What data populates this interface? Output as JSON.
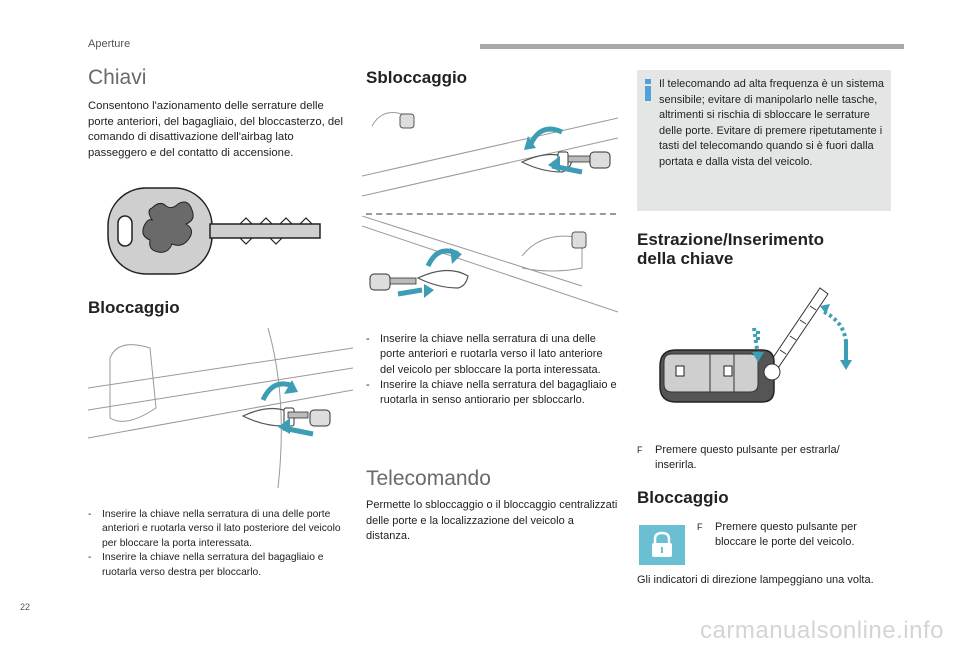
{
  "header": {
    "section": "Aperture"
  },
  "page_number": "22",
  "watermark": "carmanualsonline.info",
  "col1": {
    "title": "Chiavi",
    "intro": "Consentono l'azionamento delle serrature delle porte anteriori, del bagagliaio, del bloccasterzo, del comando di disattivazione dell'airbag lato passeggero e del contatto di accensione.",
    "locking_title": "Bloccaggio",
    "locking_items": [
      "Inserire la chiave nella serratura di una delle porte anteriori e ruotarla verso il lato posteriore del veicolo per bloccare la porta interessata.",
      "Inserire la chiave nella serratura del bagagliaio e ruotarla verso destra per bloccarlo."
    ]
  },
  "col2": {
    "unlocking_title": "Sbloccaggio",
    "unlocking_items": [
      "Inserire la chiave nella serratura di una delle porte anteriori e ruotarla verso il lato anteriore del veicolo per sbloccare la porta interessata.",
      "Inserire la chiave nella serratura del bagagliaio e ruotarla in senso antiorario per sbloccarlo."
    ],
    "remote_title": "Telecomando",
    "remote_text": "Permette lo sbloccaggio o il bloccaggio centralizzati delle porte e la localizzazione del veicolo a distanza."
  },
  "col3": {
    "info_text": "Il telecomando ad alta frequenza è un sistema sensibile; evitare di manipolarlo nelle tasche, altrimenti si rischia di sbloccare le serrature delle porte. Evitare di premere ripetutamente i tasti del telecomando quando si è fuori dalla portata e dalla vista del veicolo.",
    "extraction_title_1": "Estrazione/Inserimento",
    "extraction_title_2": "della chiave",
    "extraction_bullet": "Premere questo pulsante per estrarla/ inserirla.",
    "locking_title": "Bloccaggio",
    "lock_bullet": "Premere questo pulsante per bloccare le porte del veicolo.",
    "indicator_text": "Gli indicatori di direzione lampeggiano una volta."
  },
  "bullet_glyph": "F",
  "dash_glyph": "-",
  "colors": {
    "accent": "#4fa3d9",
    "arrow": "#3d9db5",
    "lock_button": "#6bbfd3",
    "info_bg": "#e4e6e6"
  }
}
